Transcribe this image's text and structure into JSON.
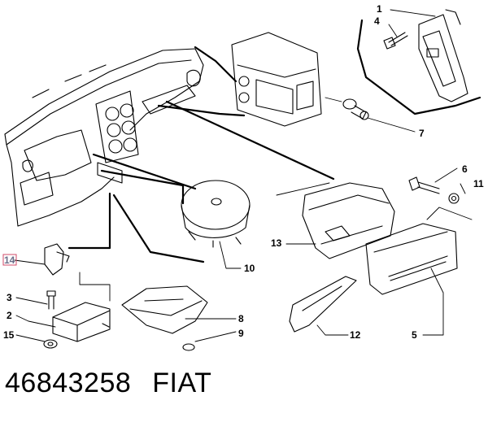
{
  "callouts": [
    "1",
    "2",
    "3",
    "4",
    "5",
    "6",
    "7",
    "8",
    "9",
    "10",
    "11",
    "12",
    "13",
    "14",
    "15"
  ],
  "footer": {
    "part_number": "46843258",
    "brand": "FIAT"
  }
}
